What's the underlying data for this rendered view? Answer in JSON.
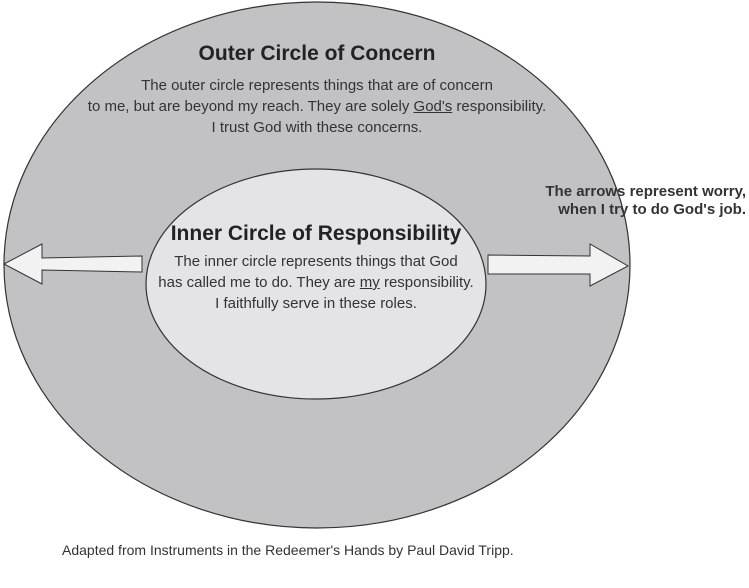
{
  "colors": {
    "outer_fill": "#c2c2c4",
    "inner_fill": "#e4e4e6",
    "stroke": "#333333",
    "arrow_fill": "#f2f2f2"
  },
  "outer": {
    "title": "Outer Circle of Concern",
    "line1": "The outer circle represents things that are of concern",
    "line2_pre": "to me, but are beyond my reach. They are solely ",
    "line2_emph": "God's",
    "line2_post": " responsibility.",
    "line3": "I trust God with these concerns."
  },
  "inner": {
    "title": "Inner Circle of Responsibility",
    "line1": "The inner circle represents things that God",
    "line2_pre": "has called me to do. They are ",
    "line2_emph": "my",
    "line2_post": " responsibility.",
    "line3": "I faithfully serve in these roles."
  },
  "arrows": {
    "note_line1": "The arrows represent worry,",
    "note_line2": "when I try to do God's job."
  },
  "attribution": "Adapted from Instruments in the Redeemer's Hands by Paul David Tripp."
}
